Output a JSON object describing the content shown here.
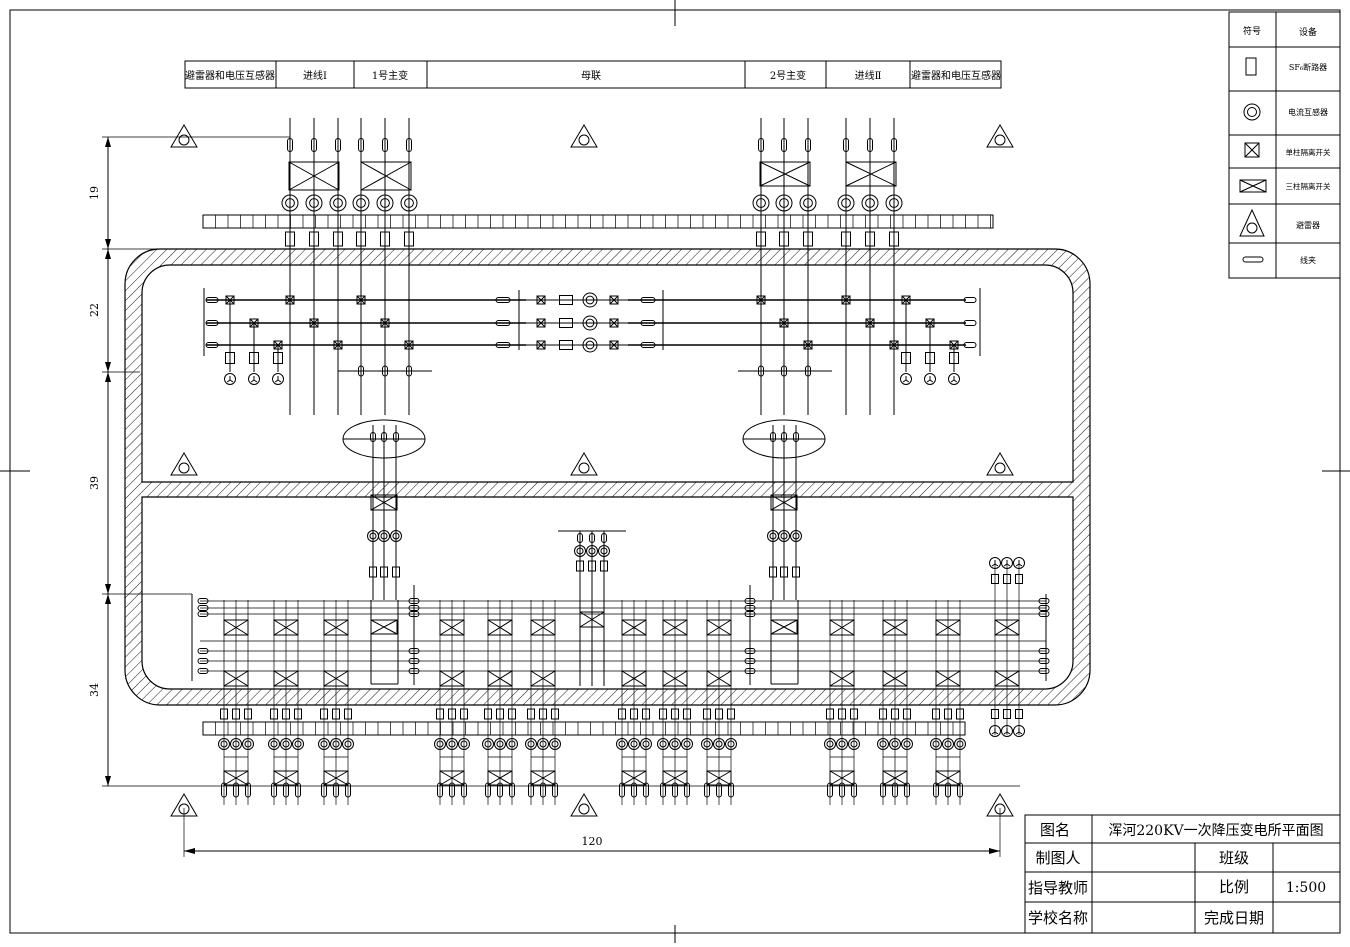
{
  "header_bays": {
    "left_arrester": "避雷器和电压互感器",
    "incoming_1": "进线Ⅰ",
    "transformer_1": "1号主变",
    "bus_tie": "母联",
    "transformer_2": "2号主变",
    "incoming_2": "进线Ⅱ",
    "right_arrester": "避雷器和电压互感器"
  },
  "legend": {
    "col_symbol": "符号",
    "col_device": "设备",
    "items": [
      {
        "icon": "breaker-icon",
        "label": "SF₆断路器"
      },
      {
        "icon": "current-transformer-icon",
        "label": "电流互感器"
      },
      {
        "icon": "single-column-disconnector-icon",
        "label": "单柱隔离开关"
      },
      {
        "icon": "three-column-disconnector-icon",
        "label": "三柱隔离开关"
      },
      {
        "icon": "arrester-icon",
        "label": "避雷器"
      },
      {
        "icon": "cable-clamp-icon",
        "label": "线夹"
      }
    ]
  },
  "dimensions": {
    "d1": "19",
    "d2": "22",
    "d3": "39",
    "d4": "34",
    "width": "120"
  },
  "title_block": {
    "drawing_name_label": "图名",
    "drawing_name": "浑河220KV一次降压变电所平面图",
    "drafter_label": "制图人",
    "drafter": "",
    "class_label": "班级",
    "class": "",
    "advisor_label": "指导教师",
    "advisor": "",
    "scale_label": "比例",
    "scale": "1:500",
    "school_label": "学校名称",
    "school": "",
    "date_label": "完成日期",
    "date": ""
  }
}
